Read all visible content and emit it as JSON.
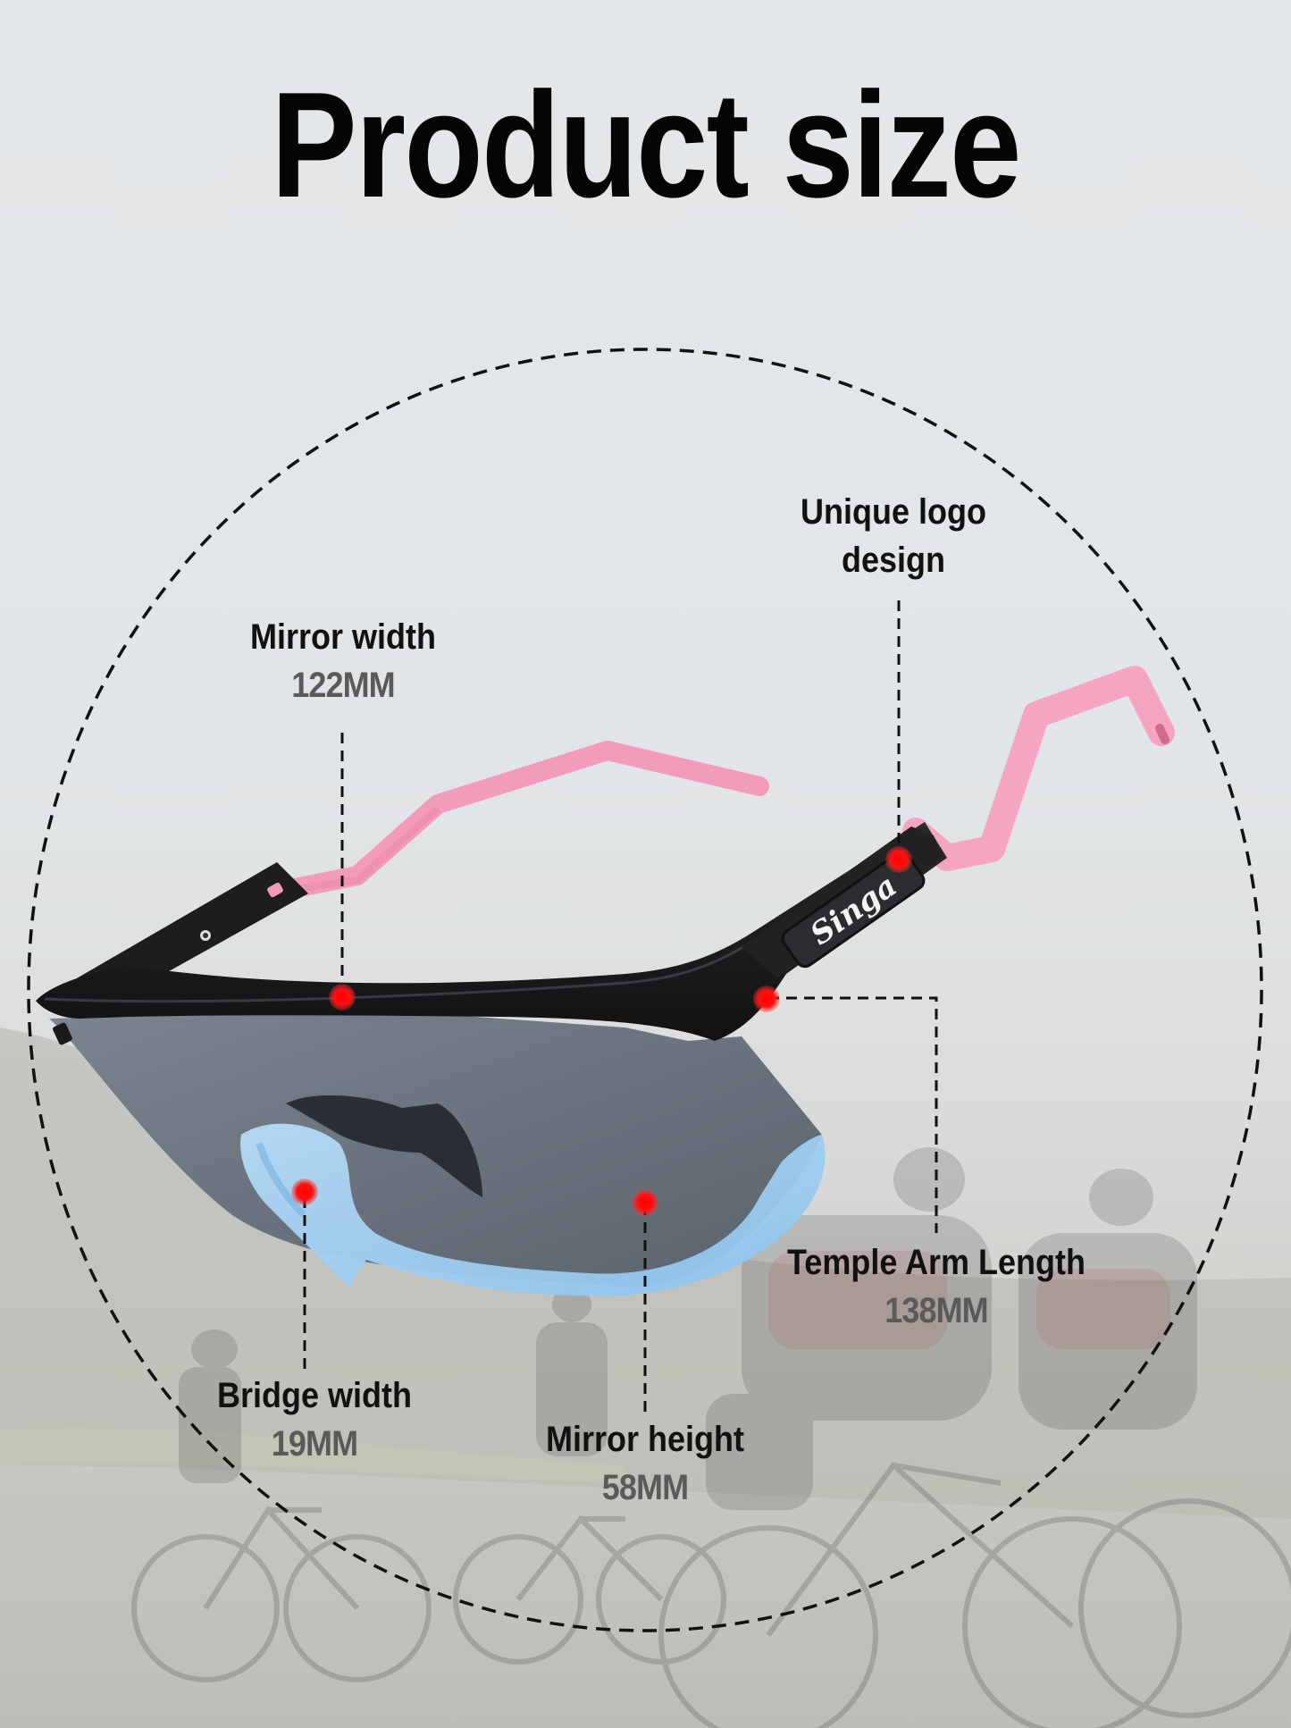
{
  "title": "Product size",
  "brand_logo": "Singa",
  "colors": {
    "background": "#e3e6e8",
    "title": "#050505",
    "label_name": "#111111",
    "label_value": "#5a5a5a",
    "marker": "#ff0a0a",
    "frame": "#1c1c1e",
    "temple_tip": "#f4a3c0",
    "lens": "#6f7882",
    "nose_pad": "#9fcdf0"
  },
  "callouts": [
    {
      "id": "mirror-width",
      "name": "Mirror width",
      "value": "122MM"
    },
    {
      "id": "unique-logo",
      "name": "Unique logo design",
      "name_line1": "Unique logo",
      "name_line2": "design",
      "value": ""
    },
    {
      "id": "temple-arm-length",
      "name": "Temple Arm Length",
      "value": "138MM"
    },
    {
      "id": "bridge-width",
      "name": "Bridge width",
      "value": "19MM"
    },
    {
      "id": "mirror-height",
      "name": "Mirror height",
      "value": "58MM"
    }
  ]
}
